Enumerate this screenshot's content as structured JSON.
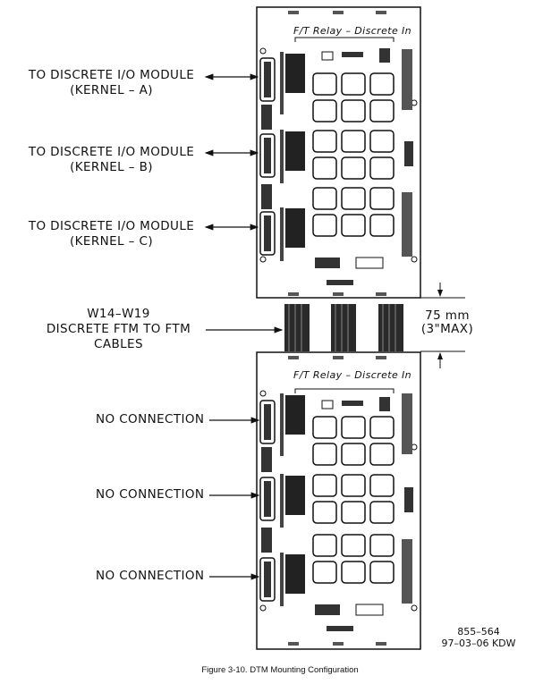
{
  "modules": {
    "top_title": "F/T Relay – Discrete In",
    "bottom_title": "F/T Relay – Discrete In"
  },
  "labels": {
    "kernel_a_line1": "TO DISCRETE I/O MODULE",
    "kernel_a_line2": "(KERNEL – A)",
    "kernel_b_line1": "TO DISCRETE I/O MODULE",
    "kernel_b_line2": "(KERNEL – B)",
    "kernel_c_line1": "TO DISCRETE I/O MODULE",
    "kernel_c_line2": "(KERNEL – C)",
    "cables_line1": "W14–W19",
    "cables_line2": "DISCRETE FTM TO FTM",
    "cables_line3": "CABLES",
    "no_connection_1": "NO CONNECTION",
    "no_connection_2": "NO CONNECTION",
    "no_connection_3": "NO CONNECTION",
    "dimension_line1": "75 mm",
    "dimension_line2": "(3\"MAX)"
  },
  "drawing_number": {
    "number": "855–564",
    "date_initials": "97–03–06 KDW"
  },
  "caption": "Figure 3-10. DTM Mounting Configuration"
}
